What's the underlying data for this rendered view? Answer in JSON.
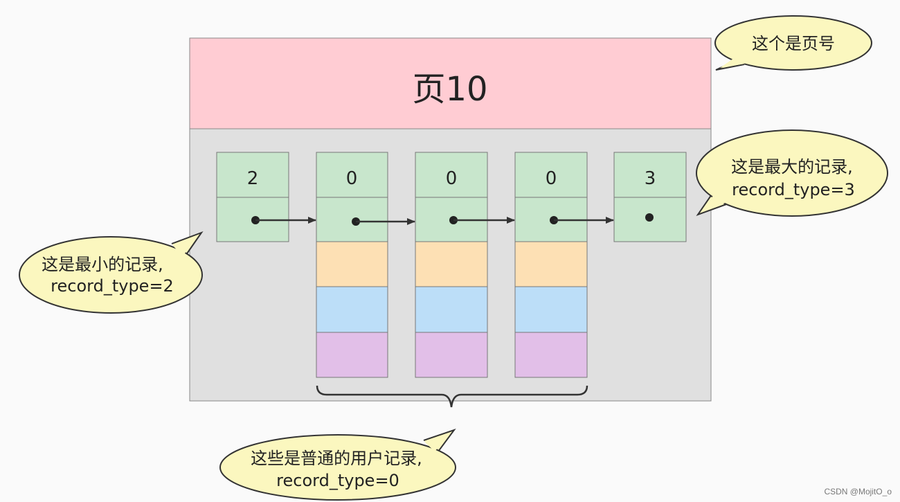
{
  "page": {
    "title": "页10"
  },
  "records": [
    {
      "type_value": "2"
    },
    {
      "type_value": "0"
    },
    {
      "type_value": "0"
    },
    {
      "type_value": "0"
    },
    {
      "type_value": "3"
    }
  ],
  "callouts": {
    "page_number": "这个是页号",
    "min_record": {
      "line1": "这是最小的记录,",
      "line2": "record_type=2"
    },
    "max_record": {
      "line1": "这是最大的记录,",
      "line2": "record_type=3"
    },
    "user_records": {
      "line1": "这些是普通的用户记录,",
      "line2": "record_type=0"
    }
  },
  "colors": {
    "header_fill": "#ffccd3",
    "body_fill": "#e0e0e0",
    "record_green": "#c8e6cc",
    "field_orange": "#fde0b4",
    "field_blue": "#bcdef8",
    "field_purple": "#e2bfe8",
    "callout_fill": "#fbf7bf"
  },
  "watermark": "CSDN @MojitO_o"
}
